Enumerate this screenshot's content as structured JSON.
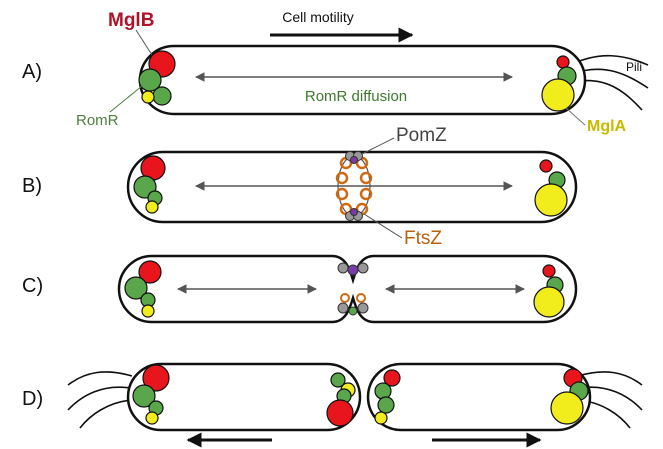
{
  "labels": {
    "cell_motility": "Cell motility",
    "romr_diffusion": "RomR diffusion",
    "pili": "Pili",
    "mglb": "MglB",
    "romr": "RomR",
    "mgla": "MglA",
    "pomz": "PomZ",
    "ftsz": "FtsZ"
  },
  "panels": [
    {
      "letter": "A)"
    },
    {
      "letter": "B)"
    },
    {
      "letter": "C)"
    },
    {
      "letter": "D)"
    }
  ],
  "colors": {
    "mglb": "#e8161c",
    "romr": "#5aa64a",
    "mgla": "#f1ec1c",
    "pomz": "#8a8a8a",
    "ftsz": "#d06a12",
    "pomz_junction": "#7a3aa8",
    "romr_label": "#4e7d3f",
    "mglb_label": "#b0122a",
    "mgla_label": "#c9b800",
    "diffusion_label": "#3d7a2f",
    "ftsz_label": "#b7610f",
    "pomz_label": "#444444"
  }
}
